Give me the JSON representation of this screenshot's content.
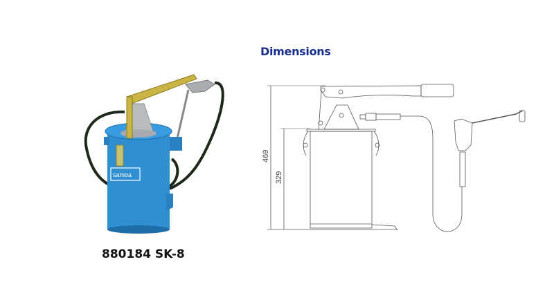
{
  "product": {
    "caption": "880184 SK-8",
    "brand_label": "samoa",
    "bucket_color": "#2f8fd0"
  },
  "dimensions": {
    "title": "Dimensions",
    "overall_height": "469",
    "bucket_height": "329",
    "title_color": "#1a2f8c"
  }
}
